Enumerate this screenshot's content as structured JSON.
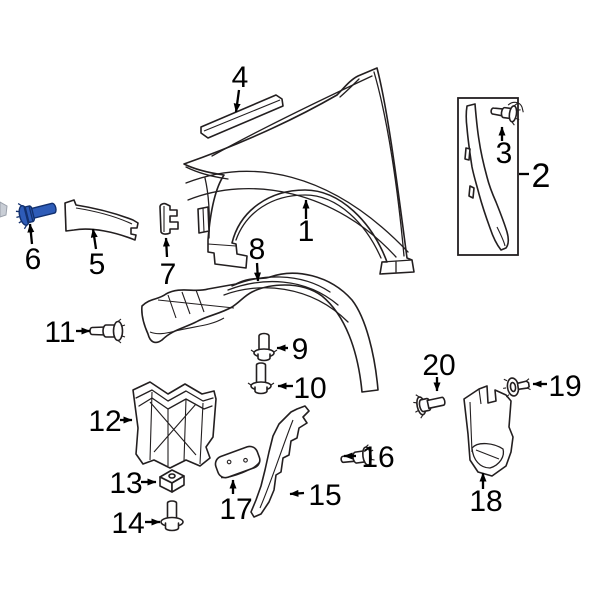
{
  "colors": {
    "background": "#ffffff",
    "line": "#231f20",
    "label": "#000000",
    "highlight": "#2e5cb8",
    "highlight_outline": "#12306e"
  },
  "callouts": [
    {
      "num": "1"
    },
    {
      "num": "2"
    },
    {
      "num": "3"
    },
    {
      "num": "4"
    },
    {
      "num": "5"
    },
    {
      "num": "6"
    },
    {
      "num": "7"
    },
    {
      "num": "8"
    },
    {
      "num": "9"
    },
    {
      "num": "10"
    },
    {
      "num": "11"
    },
    {
      "num": "12"
    },
    {
      "num": "13"
    },
    {
      "num": "14"
    },
    {
      "num": "15"
    },
    {
      "num": "16"
    },
    {
      "num": "17"
    },
    {
      "num": "18"
    },
    {
      "num": "19"
    },
    {
      "num": "20"
    }
  ]
}
